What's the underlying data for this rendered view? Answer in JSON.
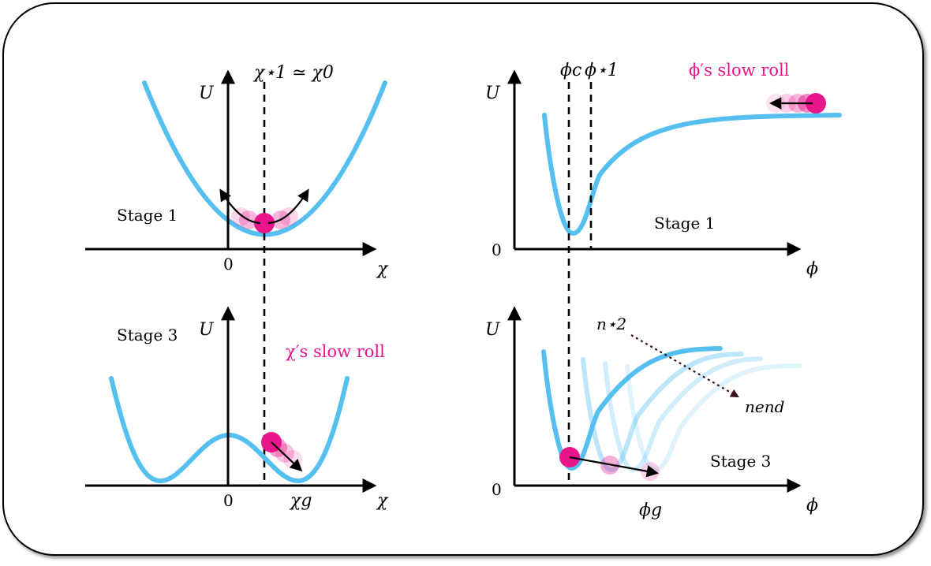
{
  "colors": {
    "curve": "#55bff0",
    "curve_faded": "#bfe6f8",
    "ball": "#e8158b",
    "highlight_text": "#e8158b",
    "dotted_arrow": "#3a0f22"
  },
  "panels": {
    "top_left": {
      "stage": "Stage 1",
      "y_axis": "U",
      "x_axis": "χ",
      "origin": "0",
      "dashed_label": "χ⋆1 ≃ χ0"
    },
    "top_right": {
      "stage": "Stage 1",
      "y_axis": "U",
      "x_axis": "ϕ",
      "origin": "0",
      "dashed_label_1": "ϕc",
      "dashed_label_2": "ϕ⋆1",
      "slow_roll": "ϕ′s slow roll"
    },
    "bottom_left": {
      "stage": "Stage 3",
      "y_axis": "U",
      "x_axis": "χ",
      "origin": "0",
      "min_label": "χg",
      "slow_roll": "χ′s slow roll"
    },
    "bottom_right": {
      "stage": "Stage 3",
      "y_axis": "U",
      "x_axis": "ϕ",
      "origin": "0",
      "min_label": "ϕg",
      "n_start": "n⋆2",
      "n_end": "nend"
    }
  }
}
